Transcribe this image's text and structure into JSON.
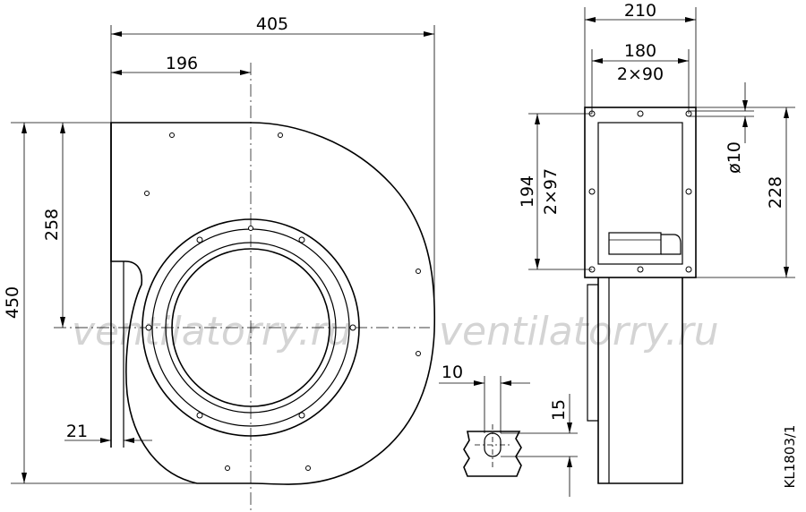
{
  "dimensions": {
    "overall_width": "405",
    "axis_offset": "196",
    "overall_height": "450",
    "axis_height": "258",
    "flange_gap": "21",
    "side_width": "210",
    "hole_spacing_h": "180",
    "hole_spacing_h_sub": "2×90",
    "hole_spacing_v": "194",
    "hole_spacing_v_sub": "2×97",
    "side_height": "228",
    "hole_diameter": "ø10",
    "slot_width": "10",
    "slot_length": "15"
  },
  "watermark": {
    "left": "ventilatorry.ru",
    "right": "ventilatorry.ru"
  },
  "drawing_code": "KL1803/1"
}
